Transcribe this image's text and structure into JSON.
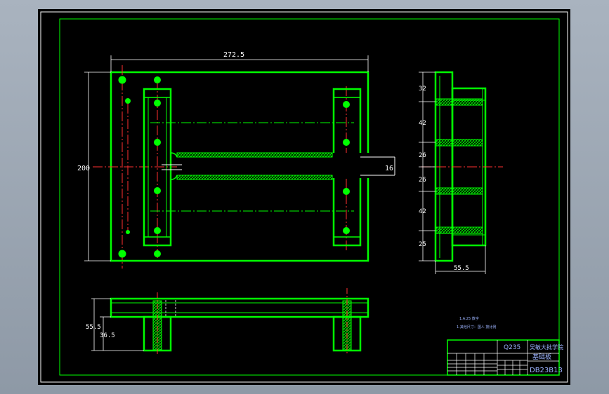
{
  "dimensions": {
    "width": "272.5",
    "height": "200",
    "handle": "16",
    "side_stack": [
      "32",
      "42",
      "26",
      "26",
      "42",
      "25"
    ],
    "side_width": "55.5",
    "front_height": "55.5",
    "front_foot": "36.5"
  },
  "notes": {
    "line1": "1.A:25    数字",
    "line2": "1.其他尺寸：国人 按比例"
  },
  "title_block": {
    "material": "Q235",
    "school": "吴敏大批学院",
    "part_name": "基础板",
    "drawing_no": "DB23B13"
  },
  "colors": {
    "background": "#000000",
    "frame": "#00ff00",
    "part_outline": "#00ff00",
    "centerline": "#ff3030",
    "dimension": "#ffffff",
    "title_blue": "#9db4ff"
  }
}
